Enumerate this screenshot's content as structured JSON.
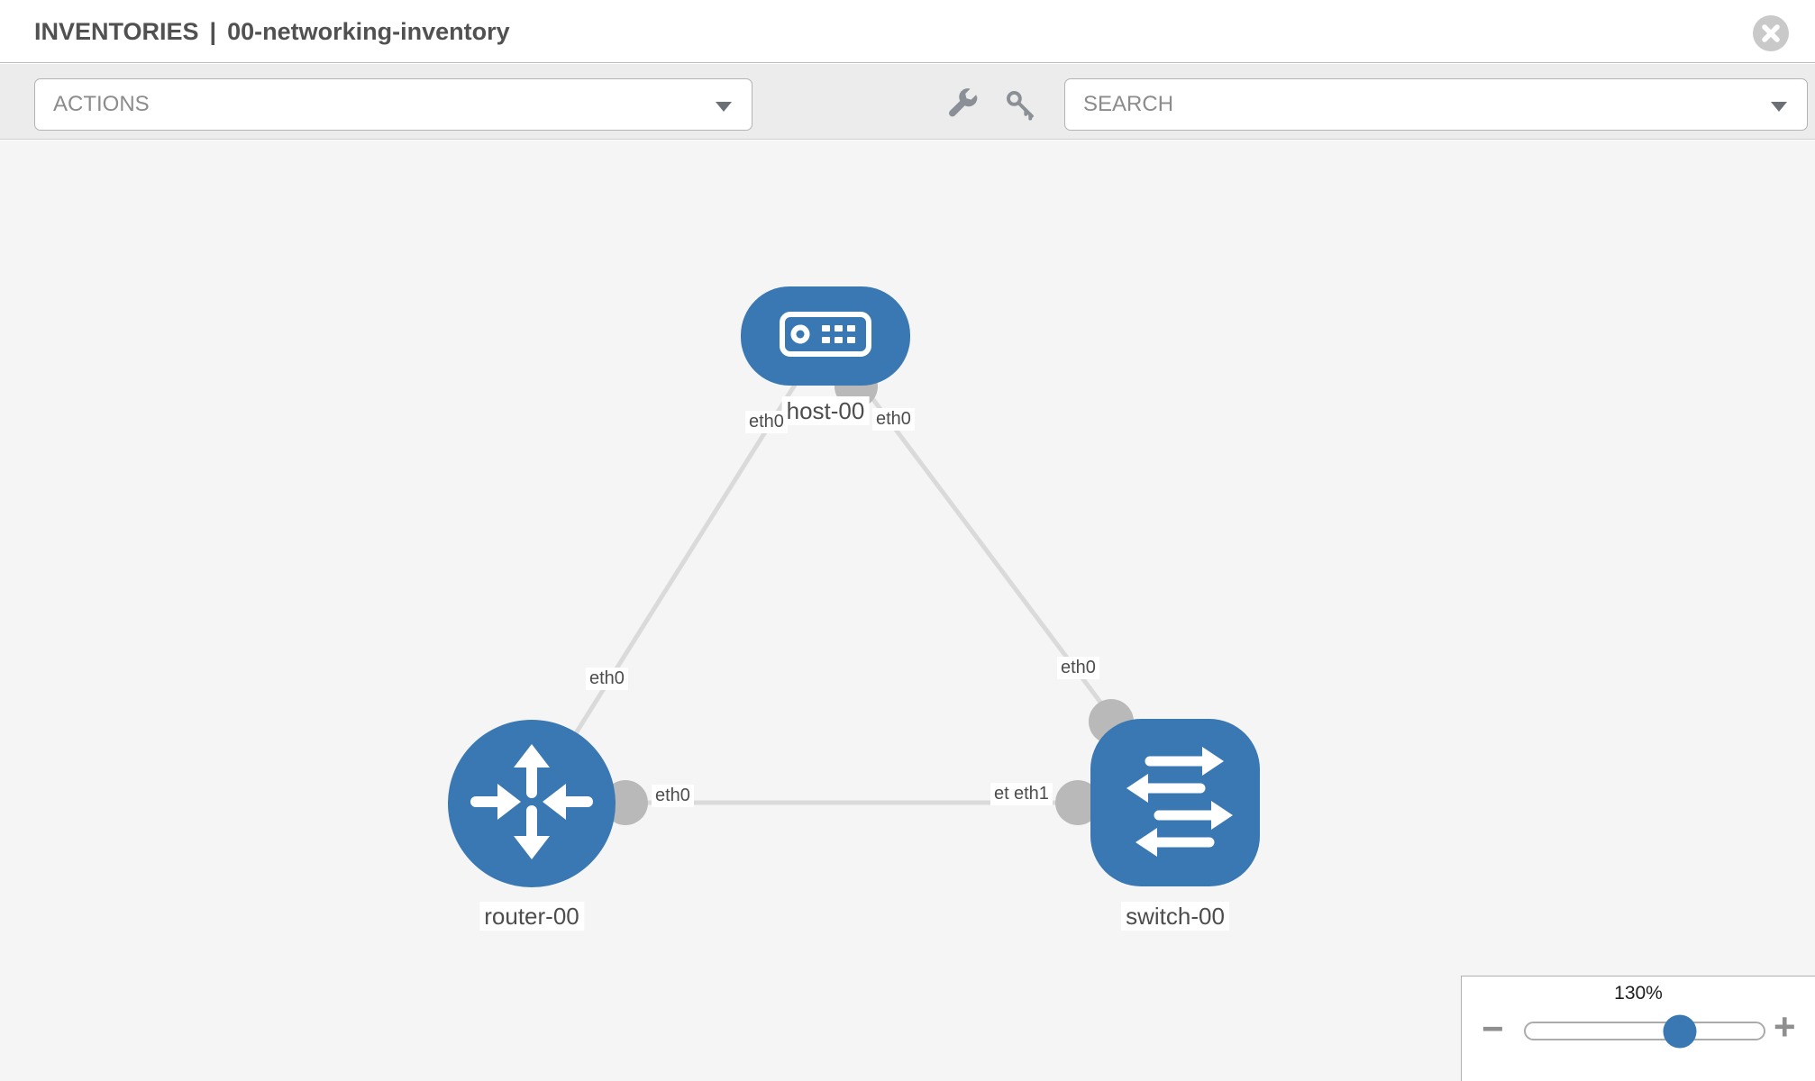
{
  "header": {
    "section": "INVENTORIES",
    "separator": "|",
    "inventory_name": "00-networking-inventory",
    "close_icon": "x-circle"
  },
  "toolbar": {
    "actions_dropdown": {
      "label": "ACTIONS"
    },
    "search_dropdown": {
      "label": "SEARCH"
    },
    "tools": [
      {
        "icon": "wrench"
      },
      {
        "icon": "key"
      }
    ]
  },
  "topology": {
    "nodes": [
      {
        "label": "host-00",
        "type": "host",
        "shape": "rounded-rect"
      },
      {
        "label": "router-00",
        "type": "router",
        "shape": "circle"
      },
      {
        "label": "switch-00",
        "type": "switch",
        "shape": "rounded-square"
      }
    ],
    "links": [
      {
        "from": "host-00",
        "from_interface": "eth0",
        "to": "router-00",
        "to_interface": "eth0"
      },
      {
        "from": "host-00",
        "from_interface": "eth0",
        "to": "switch-00",
        "to_interface": "eth0"
      },
      {
        "from": "router-00",
        "from_interface": "eth0",
        "to": "switch-00",
        "to_interface": "eth1"
      }
    ],
    "port_labels": [
      {
        "text": "eth0"
      },
      {
        "text": "eth0"
      },
      {
        "text": "eth0"
      },
      {
        "text": "eth0"
      },
      {
        "text": "eth0"
      },
      {
        "text": "eth0"
      },
      {
        "text": "eth1"
      }
    ]
  },
  "zoom_control": {
    "value": "130%",
    "percent": 64.6,
    "minus_label": "−",
    "plus_label": "+"
  },
  "colors": {
    "node_fill": "#3978b3",
    "link_line": "#dadada",
    "interface_dot": "#b9b9b9",
    "canvas_bg": "#f5f5f5",
    "toolbar_bg": "#ececec",
    "label_text": "#4d4d4d"
  }
}
